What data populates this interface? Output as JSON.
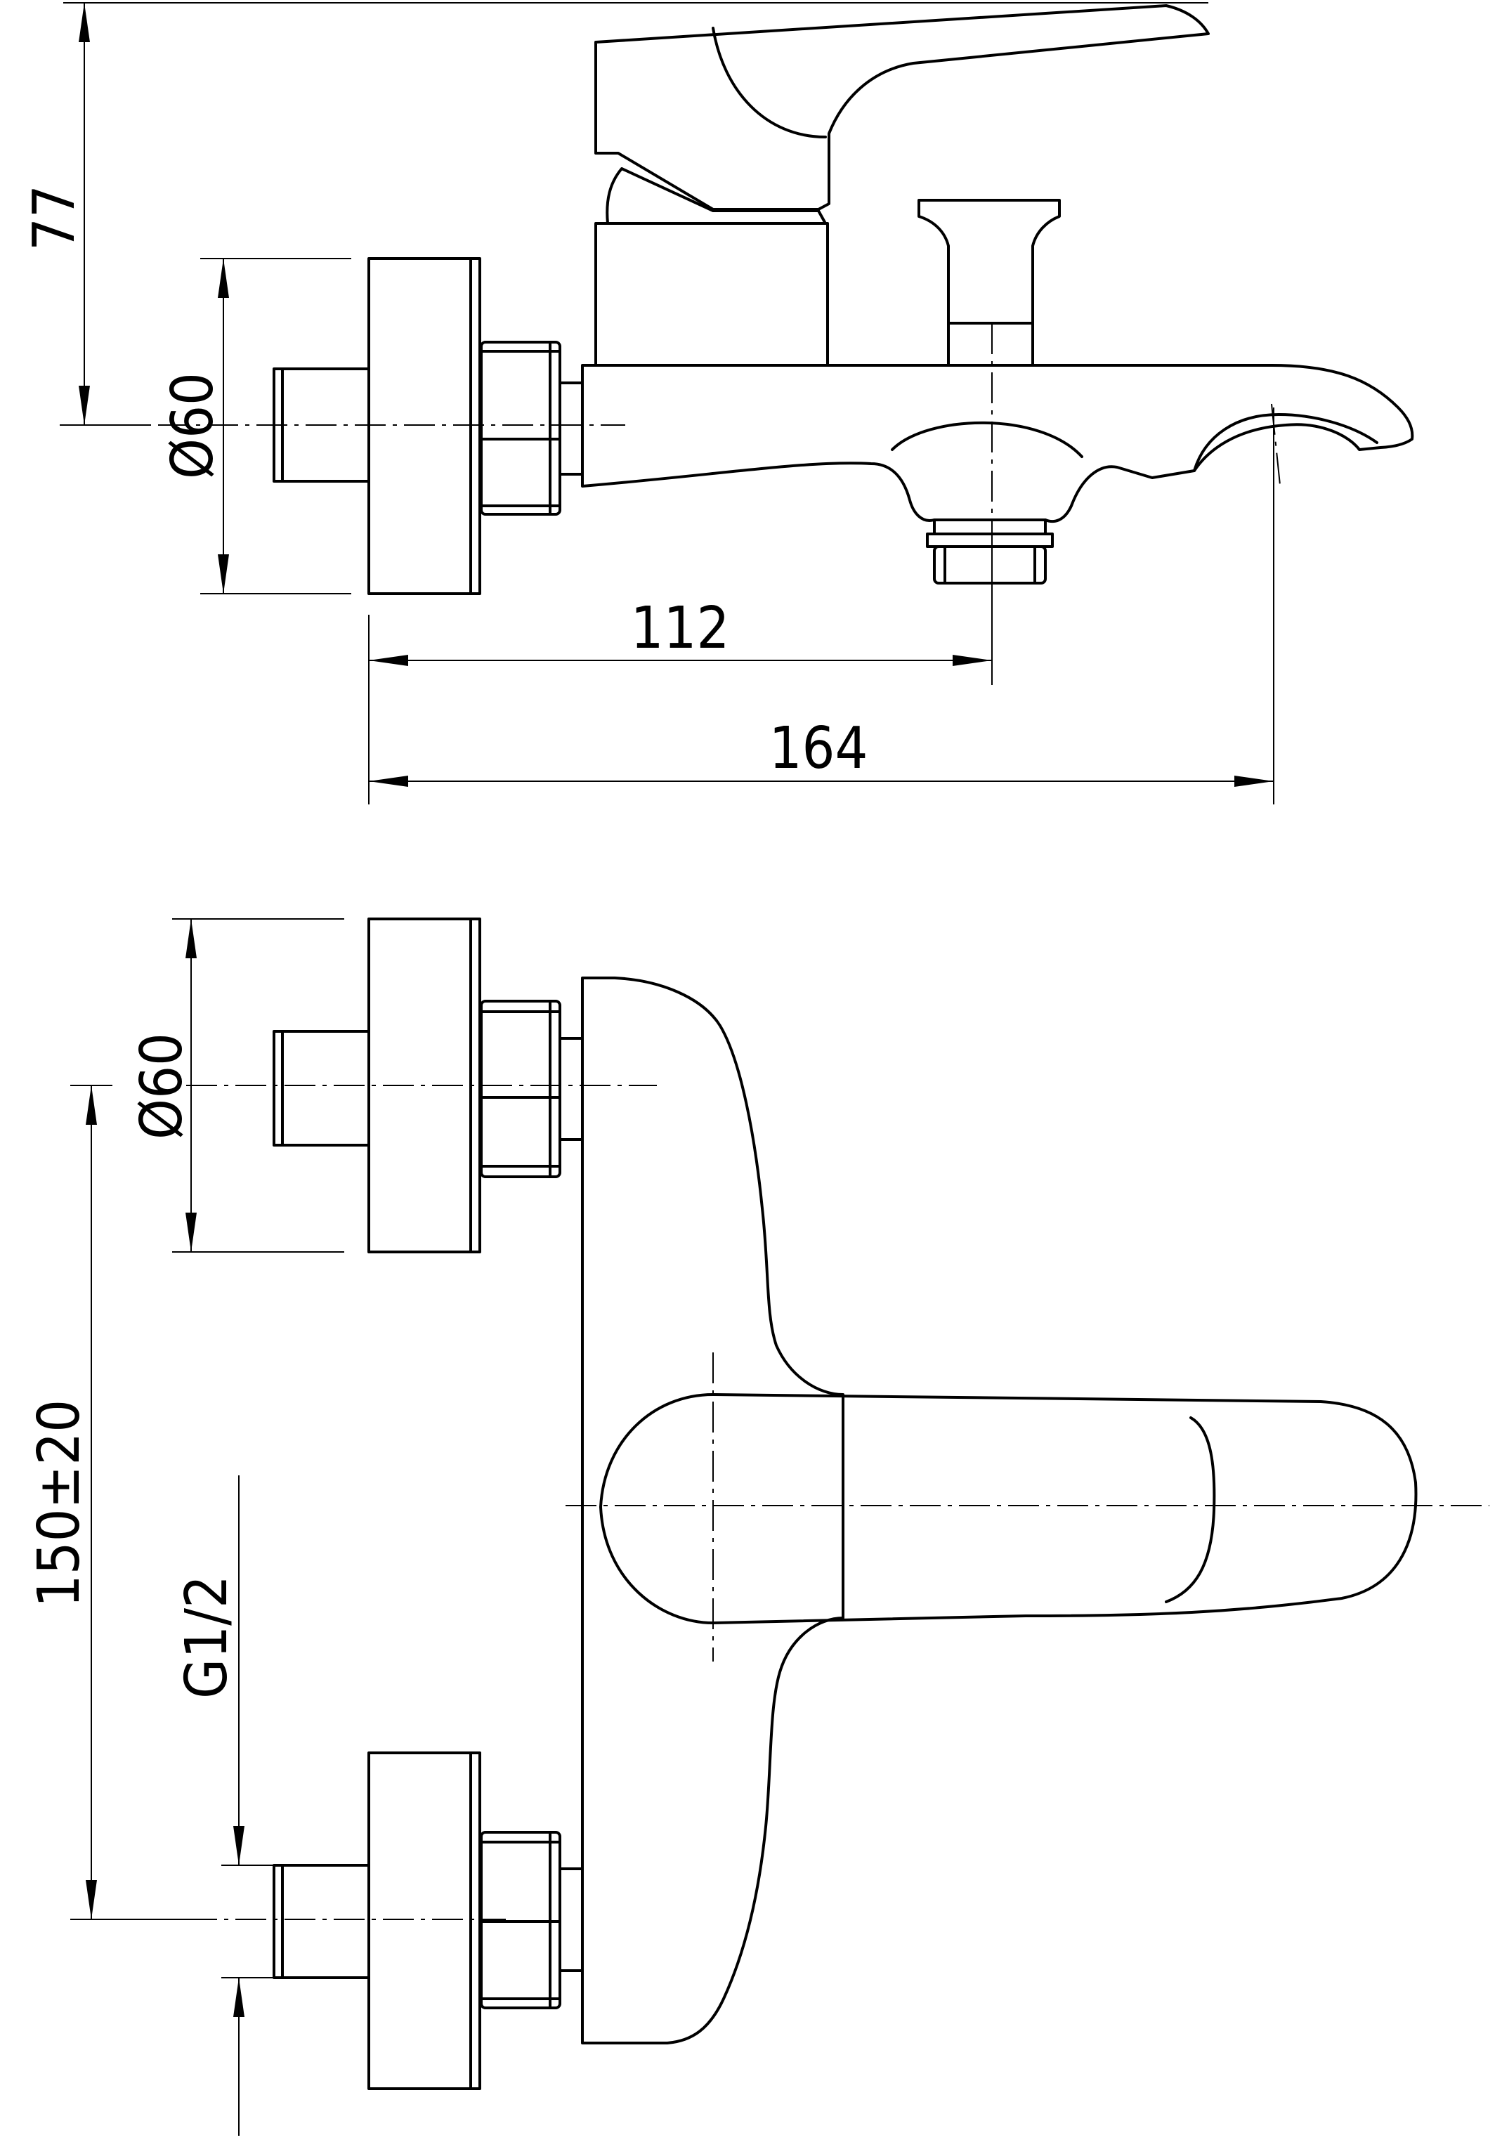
{
  "drawing": {
    "top_view": {
      "dim_height": "77",
      "dim_diameter": "Ø60",
      "dim_outlet": "112",
      "dim_length": "164"
    },
    "front_view": {
      "dim_diameter": "Ø60",
      "dim_spacing": "150±20",
      "dim_thread": "G1/2"
    }
  }
}
